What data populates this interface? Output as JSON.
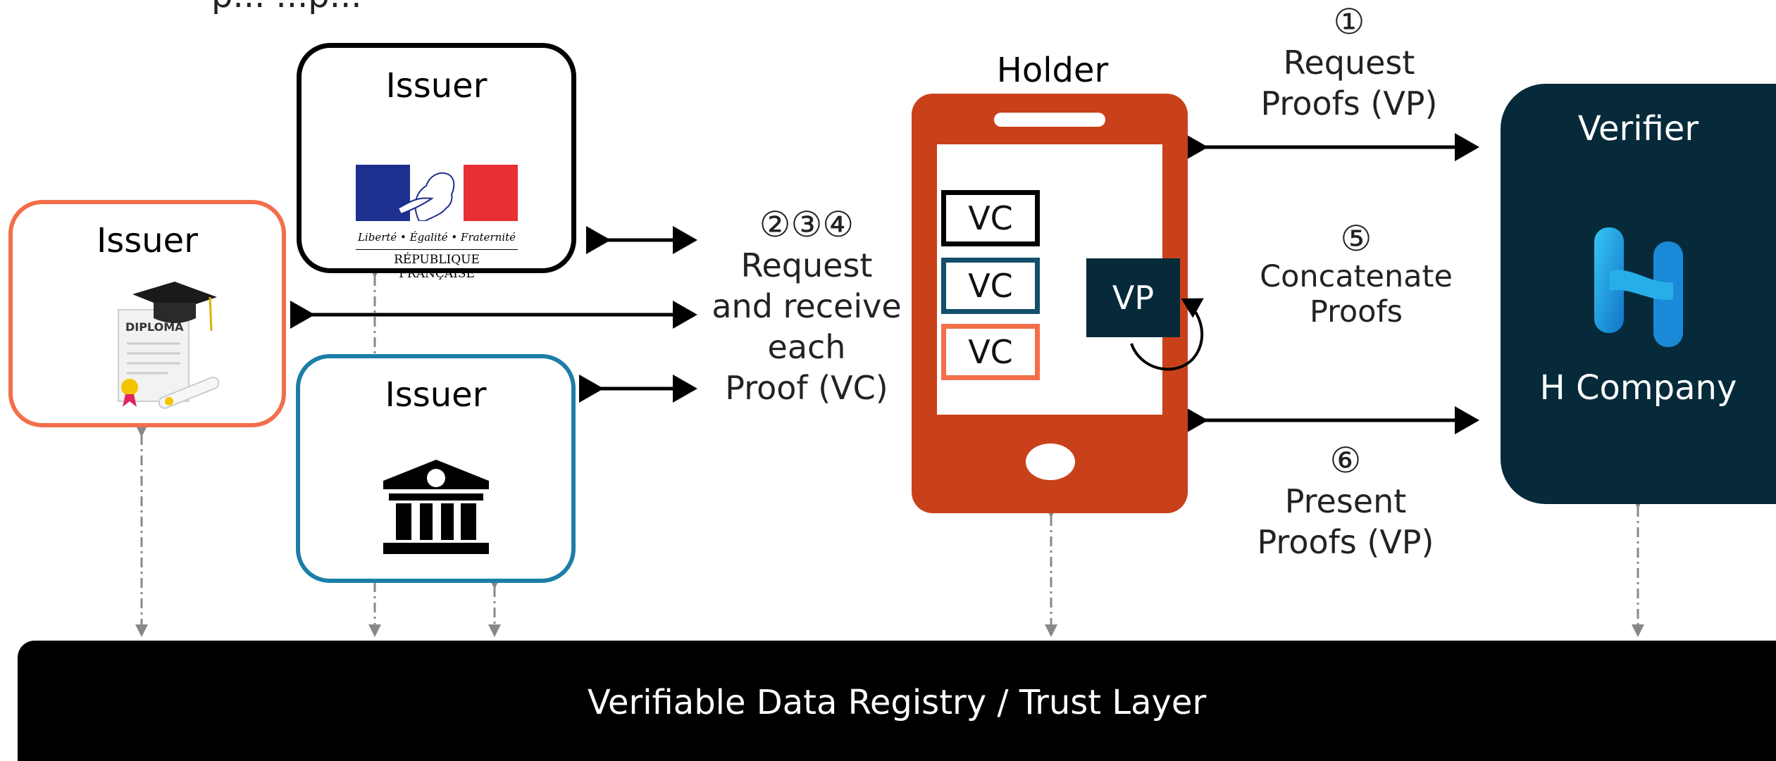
{
  "top_cut_text": "p... ...p...",
  "issuer_diploma": {
    "title": "Issuer",
    "diploma_text": "DIPLOMA"
  },
  "issuer_gov": {
    "title": "Issuer",
    "motto": "Liberté • Égalité • Fraternité",
    "name": "RÉPUBLIQUE FRANÇAISE"
  },
  "issuer_bank": {
    "title": "Issuer"
  },
  "steps_issuers": {
    "numbers": "②③④",
    "line1": "Request",
    "line2": "and receive",
    "line3": "each",
    "line4": "Proof (VC)"
  },
  "holder": {
    "title": "Holder",
    "vc1": "VC",
    "vc2": "VC",
    "vc3": "VC",
    "vp": "VP"
  },
  "step1": {
    "number": "①",
    "line1": "Request",
    "line2": "Proofs (VP)"
  },
  "step5": {
    "number": "⑤",
    "line1": "Concatenate",
    "line2": "Proofs"
  },
  "step6": {
    "number": "⑥",
    "line1": "Present",
    "line2": "Proofs (VP)"
  },
  "verifier": {
    "title": "Verifier",
    "company": "H Company"
  },
  "registry": {
    "label": "Verifiable Data Registry / Trust Layer"
  },
  "colors": {
    "orange": "#f36e4a",
    "blue": "#1b7ea8",
    "dark_teal": "#062a3a",
    "holder_red": "#c9411a",
    "vc_teal": "#134f6b",
    "french_blue": "#1d2f8f",
    "french_red": "#e82f33",
    "registry": "#000000",
    "dashed": "#888888"
  }
}
